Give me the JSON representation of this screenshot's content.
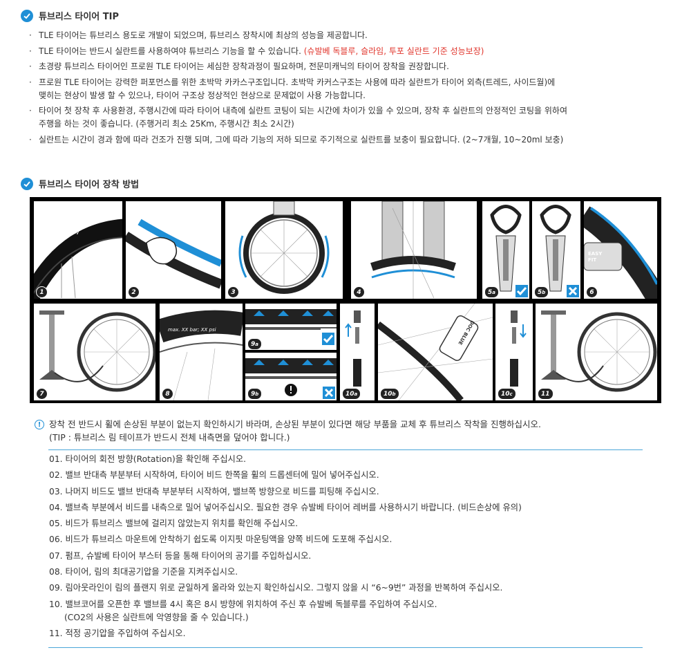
{
  "section1": {
    "title": "튜브리스 타이어 TIP",
    "bullet": "·",
    "items": [
      "TLE 타이어는 튜브리스 용도로 개발이 되었으며, 튜브리스 장착시에 최상의 성능을 제공합니다.",
      "TLE 타이어는 반드시 실란트를 사용하여야 튜브리스 기능을 할 수 있습니다.",
      "초경량 튜브리스 타이어인 프로원 TLE 타이어는 세심한 장착과정이 필요하며, 전문미캐닉의 타이어 장착을 권장합니다.",
      "프로원 TLE 타이어는 강력한 퍼포먼스를 위한 초박막 카카스구조입니다. 초박막 카커스구조는 사용에 따라 실란트가 타이어 외측(트레드, 사이드월)에",
      "맺히는 현상이 발생 할 수 있으나, 타이어 구조상 정상적인 현상으로 문제없이 사용 가능합니다.",
      "타이어 첫 장착 후 사용환경, 주행시간에 따라 타이어 내측에 실란트 코팅이 되는 시간에 차이가 있을 수 있으며, 장착 후 실란트의 안정적인 코팅을 위하여",
      "주행을 하는 것이 좋습니다. (주행거리 최소 25Km, 주행시간 최소 2시간)",
      "실란트는 시간이 경과 함에 따라 건조가 진행 되며, 그에 따라 기능의 저하 되므로 주기적으로 실란트를 보충이 필요합니다. (2~7개월, 10~20ml 보충)"
    ],
    "highlight": "(슈발베 독블루, 슬라임, 투포 실란트 기준 성능보장)"
  },
  "section2": {
    "title": "튜브리스 타이어 장착 방법"
  },
  "figure": {
    "labels": [
      "1",
      "2",
      "3",
      "4",
      "5",
      "a",
      "5",
      "b",
      "6",
      "7",
      "8",
      "9",
      "a",
      "9",
      "b",
      "10",
      "a",
      "10",
      "b",
      "10",
      "c",
      "11"
    ],
    "rotation_text": "ROTATION",
    "pressure_text": "max. XX bar; XX psi",
    "easy_fit_text": "EASY FIT",
    "doc_blue_text": "DOC BLUE"
  },
  "notice": {
    "icon": "!",
    "line1": "장착 전 반드시 휠에 손상된 부분이 없는지 확인하시기 바라며, 손상된 부분이 있다면 해당 부품을 교체 후 튜브리스 작착을 진행하십시오.",
    "line2": "(TIP : 튜브리스 림 테이프가 반드시 전체 내측면을 덮어야 합니다.)"
  },
  "steps": [
    "01. 타이어의 회전 방향(Rotation)을 확인해 주십시오.",
    "02. 밸브 반대측 부분부터 시작하여, 타이어 비드 한쪽을 휠의 드롭센터에 밀어 넣어주십시오.",
    "03. 나머지 비드도 밸브 반대측 부분부터 시작하여, 밸브쪽 방향으로 비드를 피팅해 주십시오.",
    "04. 밸브측 부분에서 비드를 내측으로 밀어 넣어주십시오. 필요한 경우 슈발베 타이어 레버를 사용하시기 바랍니다. (비드손상에 유의)",
    "05. 비드가 튜브리스 밸브에 걸리지 않았는지 위치를 확인해 주십시오.",
    "06. 비드가 튜브리스 마운트에 안착하기 쉽도록 이지핏 마운팅액을 양쪽 비드에 도포해 주십시오.",
    "07. 펌프, 슈발베 타이어 부스터 등을 통해 타이어의 공기를 주입하십시오.",
    "08. 타이어, 림의 최대공기압을 기준을 지켜주십시오.",
    "09. 림아웃라인이 림의 플랜지 위로 균일하게 올라와 있는지 확인하십시오. 그렇지 않을 시 “6~9번” 과정을 반복하여 주십시오.",
    "10. 밸브코어를 오픈한 후 밸브를 4시 혹은 8시 방향에 위치하여 주신 후 슈발베 독블루를 주입하여 주십시오.",
    "(CO2의 사용은 실란트에 악영향을 줄 수 있습니다.)",
    "11. 적정 공기압을 주입하여 주십시오."
  ],
  "colors": {
    "accent": "#1f8fd6",
    "highlight": "#e0342b",
    "rule": "#4aa6d9",
    "frame": "#000000"
  }
}
